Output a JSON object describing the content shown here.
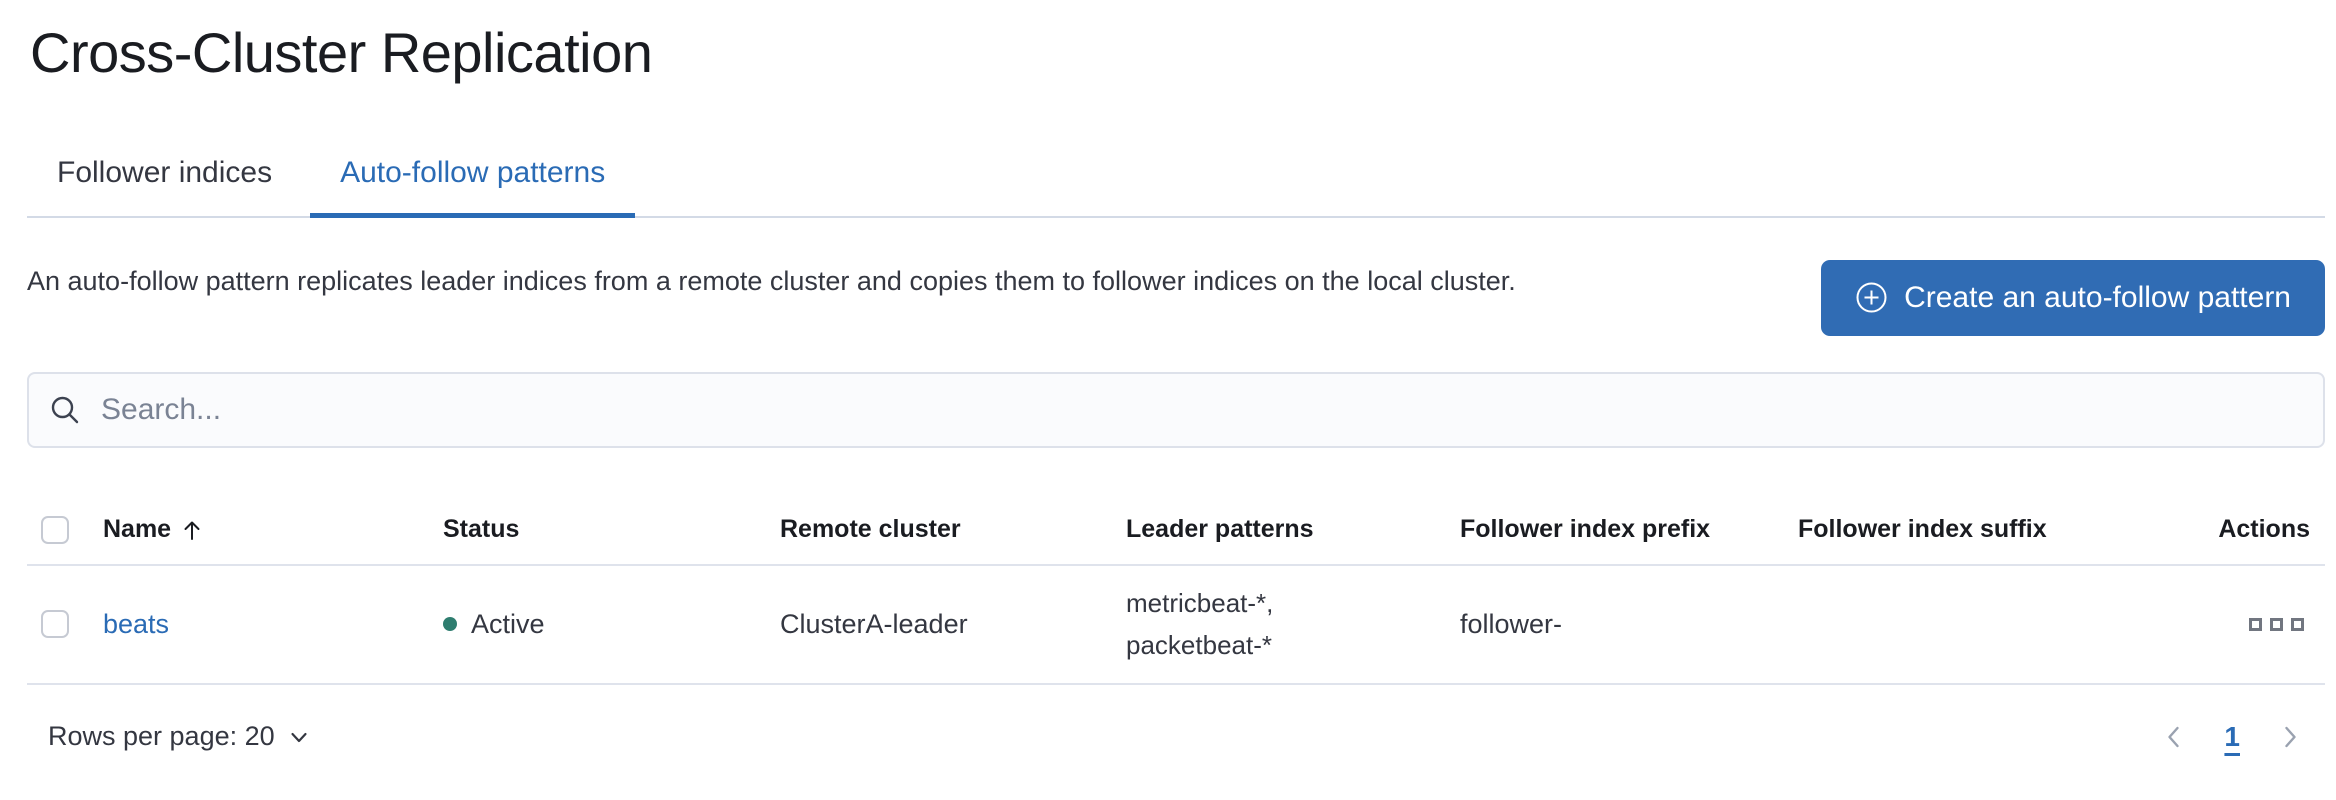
{
  "page_title": "Cross-Cluster Replication",
  "tabs": [
    {
      "label": "Follower indices",
      "active": false
    },
    {
      "label": "Auto-follow patterns",
      "active": true
    }
  ],
  "intro": {
    "description": "An auto-follow pattern replicates leader indices from a remote cluster and copies them to follower indices on the local cluster.",
    "create_button_label": "Create an auto-follow pattern"
  },
  "search": {
    "placeholder": "Search..."
  },
  "table": {
    "columns": {
      "name": "Name",
      "status": "Status",
      "remote_cluster": "Remote cluster",
      "leader_patterns": "Leader patterns",
      "follower_index_prefix": "Follower index prefix",
      "follower_index_suffix": "Follower index suffix",
      "actions": "Actions"
    },
    "sort": {
      "column": "Name",
      "direction": "ascending"
    },
    "rows": [
      {
        "name": "beats",
        "status": "Active",
        "remote_cluster": "ClusterA-leader",
        "leader_patterns_line1": "metricbeat-*,",
        "leader_patterns_line2": "packetbeat-*",
        "follower_index_prefix": "follower-",
        "follower_index_suffix": ""
      }
    ]
  },
  "footer": {
    "rows_per_page_label": "Rows per page: 20",
    "current_page": "1"
  },
  "icons": {
    "create": "plus-in-circle",
    "search": "magnifier",
    "sort": "arrow-up",
    "actions": "boxes-horizontal",
    "rows_per_page": "chevron-down",
    "prev": "chevron-left",
    "next": "chevron-right"
  },
  "colors": {
    "primary": "#306cb4",
    "link": "#2a6bb5",
    "success": "#2e7d6f"
  }
}
